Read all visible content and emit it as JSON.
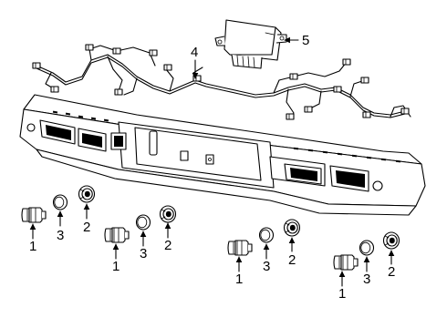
{
  "callouts": {
    "part_1": "1",
    "part_2": "2",
    "part_3": "3",
    "part_4": "4",
    "part_5": "5"
  },
  "parts": [
    {
      "number": "1",
      "icon": "park-assist-sensor-icon"
    },
    {
      "number": "2",
      "icon": "sensor-bezel-icon"
    },
    {
      "number": "3",
      "icon": "sensor-retainer-ring-icon"
    },
    {
      "number": "4",
      "icon": "wiring-harness-icon"
    },
    {
      "number": "5",
      "icon": "control-module-icon"
    }
  ],
  "colors": {
    "line": "#000000",
    "background": "#ffffff"
  }
}
